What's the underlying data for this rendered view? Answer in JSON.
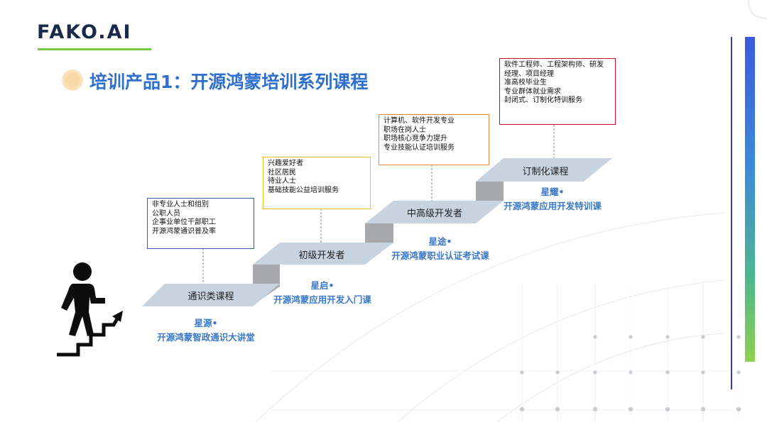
{
  "logo": {
    "text": "FAKO.AI"
  },
  "title": "培训产品1：开源鸿蒙培训系列课程",
  "colors": {
    "title": "#2f6fcf",
    "course": "#3a78c8",
    "step_top": "#c7d3df",
    "riser": "#a7a9ad",
    "logo_underline": "#7ac943",
    "box_borders": [
      "#3b5a9d",
      "#f2c21a",
      "#e88a3c",
      "#c8102e"
    ]
  },
  "figure": {
    "icon": "person-climbing-stairs-icon"
  },
  "steps": [
    {
      "label": "通识类课程",
      "audience": [
        "非专业人士和组别",
        "公职人员",
        "企事业单位干部职工",
        "开源鸿蒙通识普及率"
      ],
      "course_tag": "星源•",
      "course_name": "开源鸿蒙智政通识大讲堂"
    },
    {
      "label": "初级开发者",
      "audience": [
        "兴趣爱好者",
        "社区居民",
        "待业人士",
        "基础技能公益培训服务"
      ],
      "course_tag": "星启•",
      "course_name": "开源鸿蒙应用开发入门课"
    },
    {
      "label": "中高级开发者",
      "audience": [
        "计算机、软件开发专业",
        "职场在岗人士",
        "职场核心竞争力提升",
        "专业技能认证培训服务"
      ],
      "course_tag": "星途•",
      "course_name": "开源鸿蒙职业认证考试课"
    },
    {
      "label": "订制化课程",
      "audience": [
        "软件工程师、工程架构师、研发",
        "经理、项目经理",
        "准高校毕业生",
        "专业群体就业需求",
        "封闭式、订制化特训服务"
      ],
      "course_tag": "星耀•",
      "course_name": "开源鸿蒙应用开发特训课"
    }
  ]
}
